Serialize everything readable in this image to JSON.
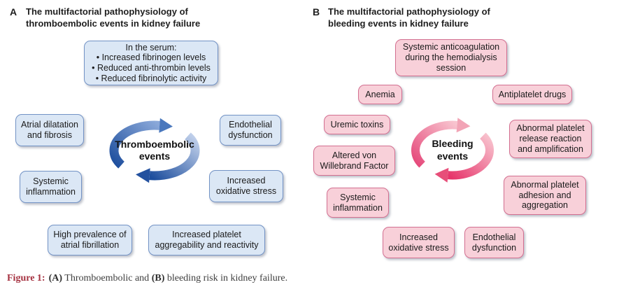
{
  "figure": {
    "panel_a": {
      "letter": "A",
      "title_line1": "The multifactorial pathophysiology of",
      "title_line2": "thromboembolic events in kidney failure",
      "serum_box": {
        "heading": "In the serum:",
        "bullets": [
          "• Increased fibrinogen levels",
          "• Reduced anti-thrombin levels",
          "• Reduced fibrinolytic activity"
        ]
      },
      "center_line1": "Thromboembolic",
      "center_line2": "events",
      "boxes": [
        "Atrial dilatation and fibrosis",
        "Endothelial dysfunction",
        "Systemic inflammation",
        "Increased oxidative stress",
        "High prevalence of atrial fibrillation",
        "Increased platelet aggregability and reactivity"
      ],
      "colors": {
        "box_fill": "#dbe7f5",
        "box_border": "#7292c5",
        "arrow_dark": "#1d4e9d",
        "arrow_mid": "#4a78bd",
        "arrow_light": "#b9cce9"
      }
    },
    "panel_b": {
      "letter": "B",
      "title_line1": "The multifactorial pathophysiology of",
      "title_line2": "bleeding events in kidney failure",
      "center_line1": "Bleeding",
      "center_line2": "events",
      "boxes": [
        "Systemic anticoagulation during the hemodialysis session",
        "Anemia",
        "Antiplatelet drugs",
        "Uremic toxins",
        "Abnormal platelet release reaction and amplification",
        "Altered von Willebrand Factor",
        "Abnormal platelet adhesion and aggregation",
        "Systemic inflammation",
        "Increased oxidative stress",
        "Endothelial dysfunction"
      ],
      "colors": {
        "box_fill": "#f8d0d9",
        "box_border": "#d36f90",
        "arrow_dark": "#e5487a",
        "arrow_mid": "#f2a4b6",
        "arrow_light": "#f8c4cf"
      }
    },
    "caption": {
      "label": "Figure 1:",
      "part_a_marker": "(A)",
      "text_a": " Thromboembolic and ",
      "part_b_marker": "(B)",
      "text_b": " bleeding risk in kidney failure."
    }
  }
}
